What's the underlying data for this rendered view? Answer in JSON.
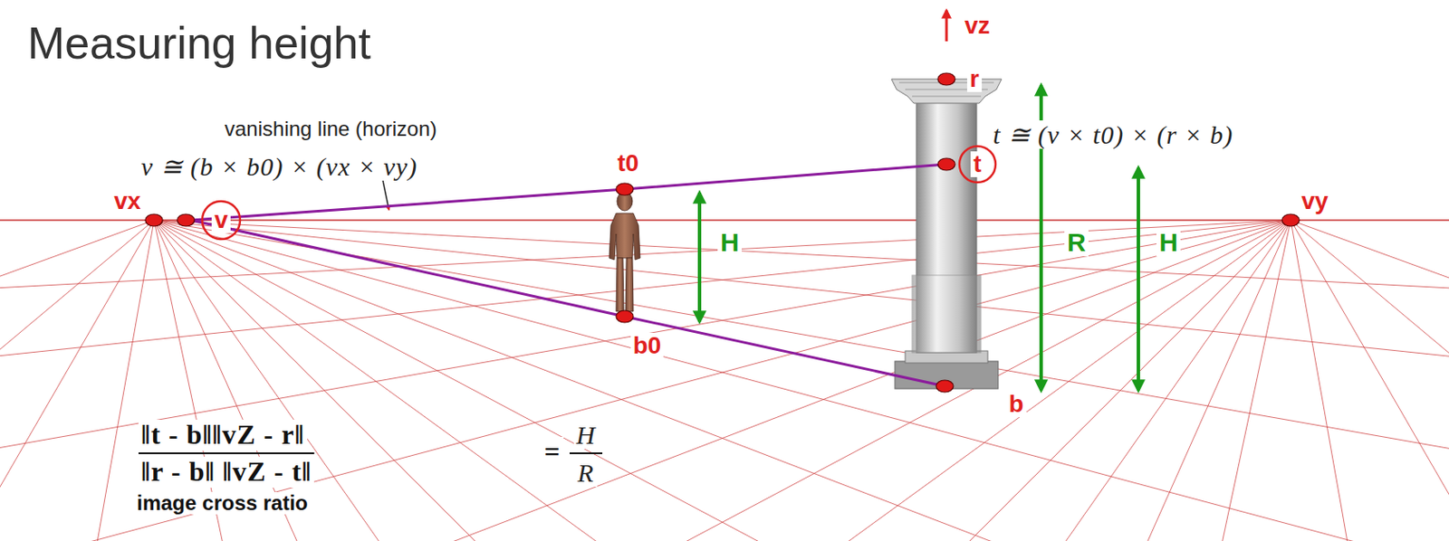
{
  "diagram": {
    "title": "Measuring height",
    "labels": [
      "vanishing line (horizon)",
      "v ≅ (b × b0) × (vx × vy)",
      "vz",
      "r",
      "t ≅ (v × t0) × (r × b)",
      "t0",
      "t",
      "vx",
      "v",
      "H",
      "R",
      "H",
      "vy",
      "b0",
      "b",
      "‖t - b‖‖vZ - r‖",
      "‖r - b‖ ‖vZ - t‖",
      "=",
      "H",
      "R",
      "image cross ratio"
    ]
  }
}
